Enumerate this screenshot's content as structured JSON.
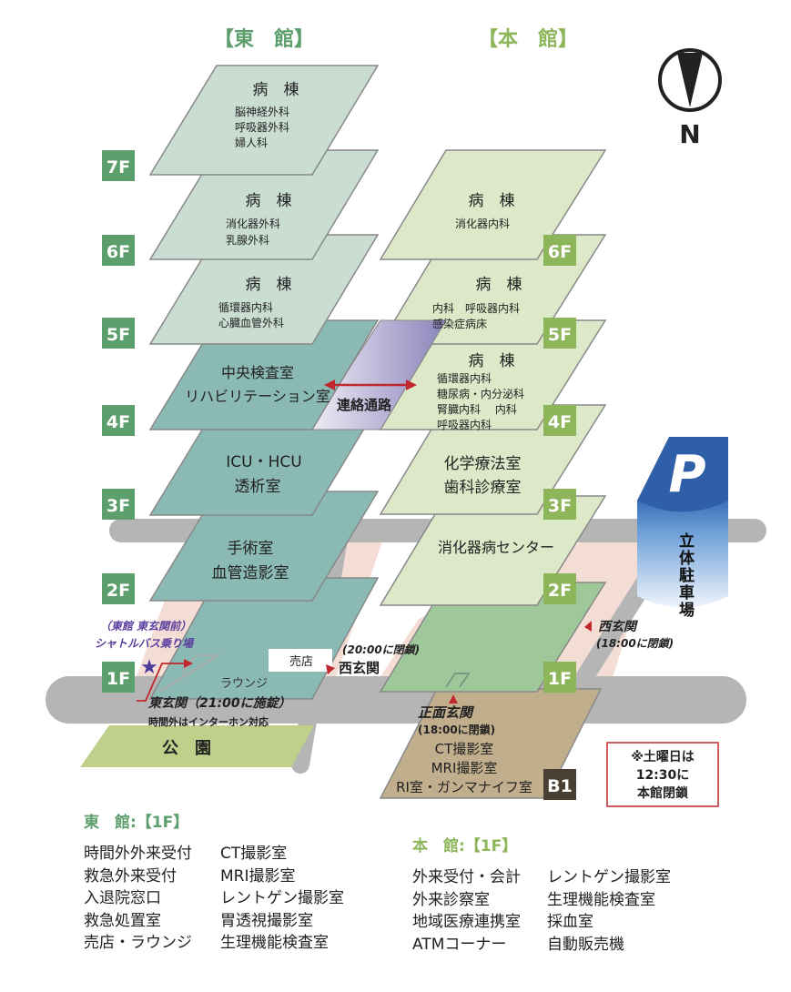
{
  "titles": {
    "east": "【東　館】",
    "main": "【本　館】"
  },
  "compass": {
    "label": "N"
  },
  "colors": {
    "east_accent": "#5c9e6c",
    "main_accent": "#8db55a",
    "east_floor": "#c9ddd2",
    "east_dark": "#8bbab4",
    "main_floor": "#dce8c8",
    "road": "#b4b4b4"
  },
  "east_floors": [
    {
      "floor": "7F",
      "title": "病　棟",
      "depts": [
        "脳神経外科",
        "呼吸器外科",
        "婦人科"
      ]
    },
    {
      "floor": "6F",
      "title": "病　棟",
      "depts": [
        "消化器外科",
        "乳腺外科"
      ]
    },
    {
      "floor": "5F",
      "title": "病　棟",
      "depts": [
        "循環器内科",
        "心臓血管外科"
      ]
    },
    {
      "floor": "4F",
      "lines": [
        "中央検査室",
        "リハビリテーション室"
      ]
    },
    {
      "floor": "3F",
      "lines": [
        "ICU・HCU",
        "透析室"
      ]
    },
    {
      "floor": "2F",
      "lines": [
        "手術室",
        "血管造影室"
      ]
    },
    {
      "floor": "1F",
      "shop": "売店",
      "lounge": "ラウンジ"
    }
  ],
  "main_floors": [
    {
      "floor": "6F",
      "title": "病　棟",
      "depts": [
        "消化器内科"
      ]
    },
    {
      "floor": "5F",
      "title": "病　棟",
      "depts": [
        "内科　呼吸器内科",
        "感染症病床"
      ]
    },
    {
      "floor": "4F",
      "title": "病　棟",
      "depts": [
        "循環器内科",
        "糖尿病・内分泌科",
        "腎臓内科　 内科",
        "呼吸器内科"
      ]
    },
    {
      "floor": "3F",
      "lines": [
        "化学療法室",
        "歯科診療室"
      ]
    },
    {
      "floor": "2F",
      "lines": [
        "消化器病センター"
      ]
    },
    {
      "floor": "1F"
    },
    {
      "floor": "B1",
      "lines": [
        "CT撮影室",
        "MRI撮影室",
        "RI室・ガンマナイフ室"
      ]
    }
  ],
  "connector": "連絡通路",
  "parking": "立体駐車場",
  "parking_letter": "P",
  "park": "公　園",
  "shuttle": {
    "line1": "（東館 東玄関前）",
    "line2": "シャトルバス乗り場"
  },
  "entrances": {
    "east_main": "東玄関（21:00に施錠）",
    "east_note": "時間外はインターホン対応",
    "east_west": "西玄関",
    "east_west_hours": "(20:00に閉鎖)",
    "main_front": "正面玄関",
    "main_front_hours": "(18:00に閉鎖)",
    "main_west": "西玄関",
    "main_west_hours": "(18:00に閉鎖)"
  },
  "notice": [
    "※土曜日は",
    "12:30に",
    "本館閉鎖"
  ],
  "legend": {
    "east": {
      "heading": "東　館:【1F】",
      "col1": [
        "時間外外来受付",
        "救急外来受付",
        "入退院窓口",
        "救急処置室",
        "売店・ラウンジ"
      ],
      "col2": [
        "CT撮影室",
        "MRI撮影室",
        "レントゲン撮影室",
        "胃透視撮影室",
        "生理機能検査室"
      ]
    },
    "main": {
      "heading": "本　館:【1F】",
      "col1": [
        "外来受付・会計",
        "外来診察室",
        "地域医療連携室",
        "ATMコーナー"
      ],
      "col2": [
        "レントゲン撮影室",
        "生理機能検査室",
        "採血室",
        "自動販売機"
      ]
    }
  }
}
